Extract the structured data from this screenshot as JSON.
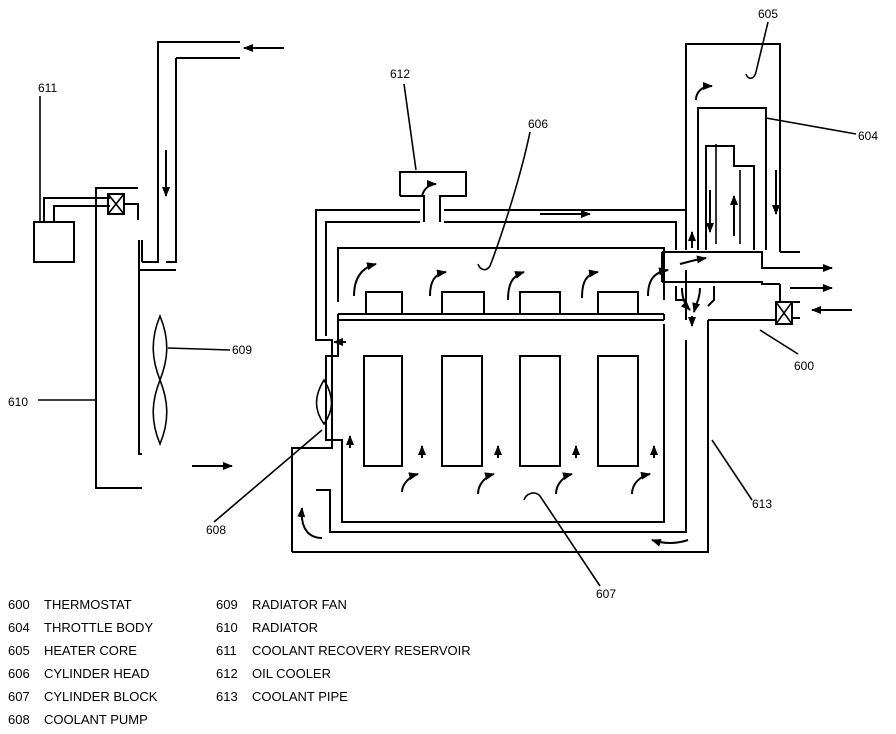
{
  "callouts": {
    "c600": "600",
    "c604": "604",
    "c605": "605",
    "c606": "606",
    "c607": "607",
    "c608": "608",
    "c609": "609",
    "c610": "610",
    "c611": "611",
    "c612": "612",
    "c613": "613"
  },
  "legend": [
    {
      "number": "600",
      "label": "THERMOSTAT"
    },
    {
      "number": "604",
      "label": "THROTTLE BODY"
    },
    {
      "number": "605",
      "label": "HEATER CORE"
    },
    {
      "number": "606",
      "label": "CYLINDER HEAD"
    },
    {
      "number": "607",
      "label": "CYLINDER BLOCK"
    },
    {
      "number": "608",
      "label": "COOLANT PUMP"
    },
    {
      "number": "609",
      "label": "RADIATOR FAN"
    },
    {
      "number": "610",
      "label": "RADIATOR"
    },
    {
      "number": "611",
      "label": "COOLANT RECOVERY RESERVOIR"
    },
    {
      "number": "612",
      "label": "OIL COOLER"
    },
    {
      "number": "613",
      "label": "COOLANT PIPE"
    }
  ]
}
